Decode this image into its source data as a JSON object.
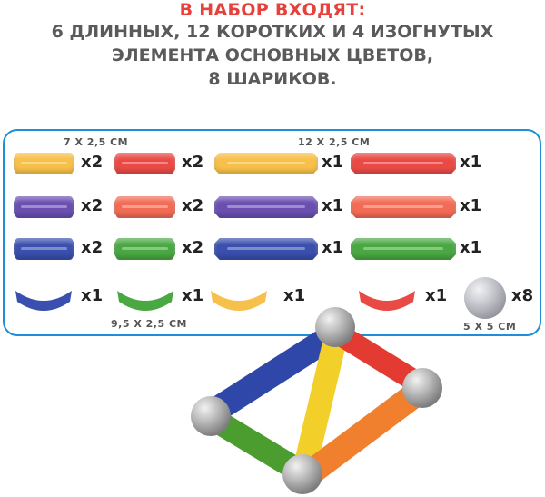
{
  "header": {
    "title": "В НАБОР ВХОДЯТ:",
    "line1": "6 ДЛИННЫХ, 12 КОРОТКИХ И 4 ИЗОГНУТЫХ",
    "line2": "ЭЛЕМЕНТА ОСНОВНЫХ ЦВЕТОВ,",
    "line3": "8 ШАРИКОВ."
  },
  "colors": {
    "title_red": "#e8403a",
    "text_grey": "#5a5a5a",
    "frame_blue": "#1e8fd6",
    "yellow": "#f7c04a",
    "red": "#ea4a45",
    "purple": "#6a4fb0",
    "coral": "#f26b55",
    "blue": "#3a4fae",
    "green": "#4aa843",
    "orange": "#f08a3a",
    "silver": "#a9aab1"
  },
  "labels": {
    "short_size": "7 X 2,5 CM",
    "long_size": "12 X 2,5 CM",
    "curved_size": "9,5 X 2,5 CM",
    "ball_size": "5 X 5 CM"
  },
  "parts": {
    "short": [
      {
        "color": "yellow",
        "qty": "x2"
      },
      {
        "color": "red",
        "qty": "x2"
      },
      {
        "color": "purple",
        "qty": "x2"
      },
      {
        "color": "coral",
        "qty": "x2"
      },
      {
        "color": "blue",
        "qty": "x2"
      },
      {
        "color": "green",
        "qty": "x2"
      }
    ],
    "long": [
      {
        "color": "yellow",
        "qty": "x1"
      },
      {
        "color": "red",
        "qty": "x1"
      },
      {
        "color": "purple",
        "qty": "x1"
      },
      {
        "color": "coral",
        "qty": "x1"
      },
      {
        "color": "blue",
        "qty": "x1"
      },
      {
        "color": "green",
        "qty": "x1"
      }
    ],
    "curved": [
      {
        "color": "blue",
        "qty": "x1"
      },
      {
        "color": "green",
        "qty": "x1"
      },
      {
        "color": "yellow",
        "qty": "x1"
      },
      {
        "color": "red",
        "qty": "x1"
      }
    ],
    "ball": {
      "color": "silver",
      "qty": "x8"
    }
  }
}
